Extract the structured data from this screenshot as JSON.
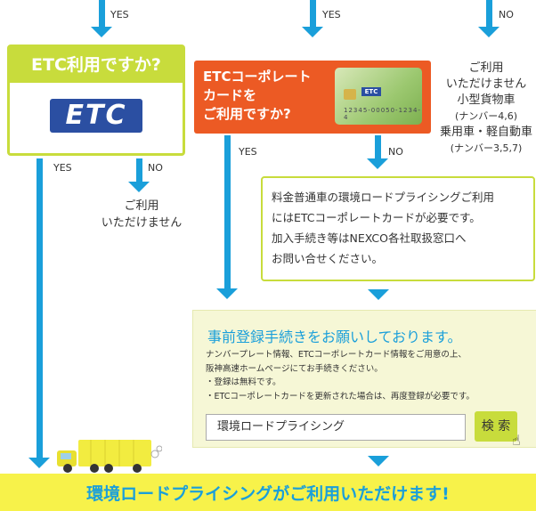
{
  "flow": {
    "yes1": "YES",
    "yes2": "YES",
    "no1": "NO",
    "yes3": "YES",
    "no2": "NO",
    "yes4": "YES",
    "no3": "NO"
  },
  "etc_question": {
    "title": "ETC利用ですか?",
    "logo_text": "ETC"
  },
  "corp_question": {
    "title": "ETCコーポレート\nカードを\nご利用ですか?",
    "card_mini": "ETC",
    "card_number": "12345-00050-1234-4"
  },
  "not_available_right": {
    "line1": "ご利用",
    "line2": "いただけません",
    "line3": "小型貨物車",
    "line4": "(ナンバー4,6)",
    "line5": "乗用車・軽自動車",
    "line6": "(ナンバー3,5,7)"
  },
  "not_available_left": {
    "line1": "ご利用",
    "line2": "いただけません"
  },
  "info": {
    "line1": "料金普通車の環境ロードプライシングご利用",
    "line2": "にはETCコーポレートカードが必要です。",
    "line3": "加入手続き等はNEXCO各社取扱窓口へ",
    "line4": "お問い合せください。"
  },
  "registration": {
    "title": "事前登録手続きをお願いしております。",
    "desc1": "ナンバープレート情報、ETCコーポレートカード情報をご用意の上、",
    "desc2": "阪神高速ホームページにてお手続きください。",
    "desc3": "・登録は無料です。",
    "desc4": "・ETCコーポレートカードを更新された場合は、再度登録が必要です。",
    "search_value": "環境ロードプライシング",
    "search_button": "検 索"
  },
  "result": {
    "text": "環境ロードプライシングがご利用いただけます!"
  },
  "colors": {
    "arrow": "#1a9fda",
    "lime": "#c8dc3c",
    "orange": "#ec5a24",
    "yellow": "#f7f24a"
  }
}
